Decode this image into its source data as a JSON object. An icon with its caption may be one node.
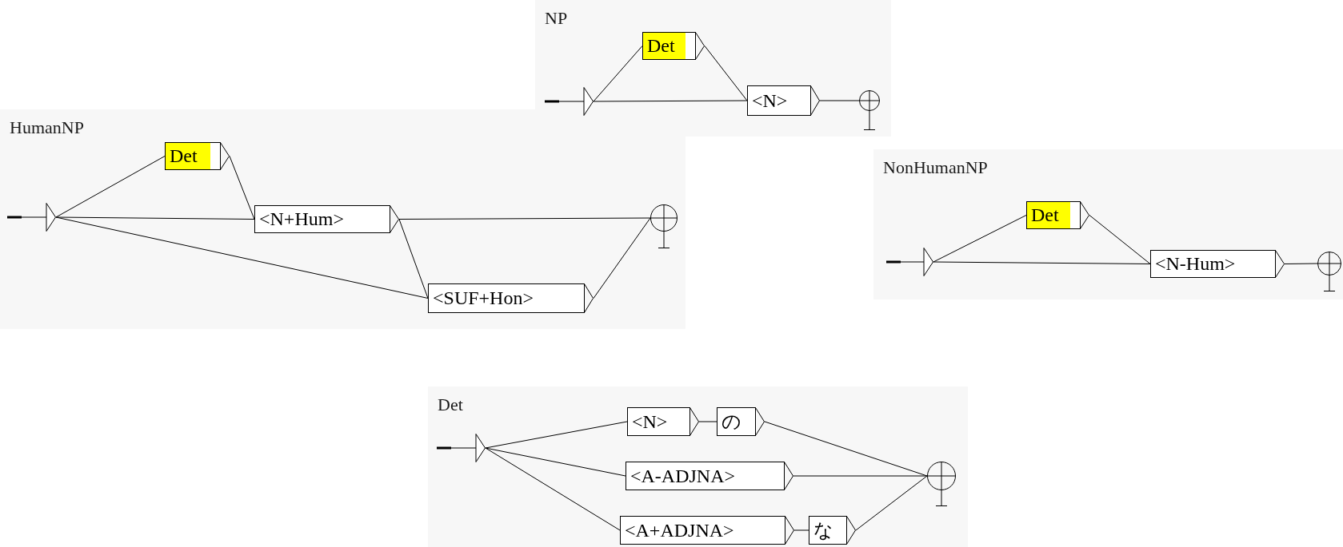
{
  "diagram": {
    "nodes": [
      {
        "text": [
          "NP"
        ]
      },
      {
        "text": [],
        "shape": "triangle",
        "in": 0
      },
      {
        "text": [
          "Det"
        ],
        "in": 0
      },
      {
        "text": [
          "<N>"
        ],
        "in": 0
      },
      {
        "text": [],
        "shape": "circle",
        "in": 0
      },
      {
        "text": [
          "HumanNP"
        ]
      },
      {
        "text": [],
        "shape": "triangle",
        "in": 5
      },
      {
        "text": [
          "Det"
        ],
        "in": 5
      },
      {
        "text": [
          "<N+Hum>"
        ],
        "in": 5
      },
      {
        "text": [
          "<SUF+Hon>"
        ],
        "in": 5
      },
      {
        "text": [],
        "shape": "circle",
        "in": 5
      },
      {
        "text": [
          "NonHumanNP"
        ]
      },
      {
        "text": [],
        "shape": "triangle",
        "in": 11
      },
      {
        "text": [
          "Det"
        ],
        "in": 11
      },
      {
        "text": [
          "<N-Hum>"
        ],
        "in": 11
      },
      {
        "text": [],
        "shape": "circle",
        "in": 11
      },
      {
        "text": [
          "Det"
        ]
      },
      {
        "text": [],
        "shape": "triangle",
        "in": 16
      },
      {
        "text": [
          "<N>"
        ],
        "in": 16
      },
      {
        "text": [
          "の"
        ],
        "in": 16
      },
      {
        "text": [
          "<A-ADJNA>"
        ],
        "in": 16
      },
      {
        "text": [
          "<A+ADJNA>"
        ],
        "in": 16
      },
      {
        "text": [
          "な"
        ],
        "in": 16
      },
      {
        "text": [],
        "shape": "circle",
        "in": 16
      }
    ],
    "edges": [
      {
        "from": 1,
        "to": 2,
        "arrow": "none"
      },
      {
        "from": 1,
        "to": 3,
        "arrow": "none"
      },
      {
        "from": 2,
        "to": 3,
        "arrow": "none"
      },
      {
        "from": 3,
        "to": 4,
        "arrow": "none"
      },
      {
        "from": 6,
        "to": 7,
        "arrow": "none"
      },
      {
        "from": 6,
        "to": 8,
        "arrow": "none"
      },
      {
        "from": 6,
        "to": 9,
        "arrow": "none"
      },
      {
        "from": 7,
        "to": 8,
        "arrow": "none"
      },
      {
        "from": 8,
        "to": 10,
        "arrow": "none"
      },
      {
        "from": 8,
        "to": 9,
        "arrow": "none"
      },
      {
        "from": 9,
        "to": 10,
        "arrow": "none"
      },
      {
        "from": 12,
        "to": 13,
        "arrow": "none"
      },
      {
        "from": 12,
        "to": 14,
        "arrow": "none"
      },
      {
        "from": 13,
        "to": 14,
        "arrow": "none"
      },
      {
        "from": 14,
        "to": 15,
        "arrow": "none"
      },
      {
        "from": 17,
        "to": 18,
        "arrow": "none"
      },
      {
        "from": 18,
        "to": 19,
        "arrow": "none"
      },
      {
        "from": 19,
        "to": 23,
        "arrow": "none"
      },
      {
        "from": 17,
        "to": 20,
        "arrow": "none"
      },
      {
        "from": 20,
        "to": 23,
        "arrow": "none"
      },
      {
        "from": 17,
        "to": 21,
        "arrow": "none"
      },
      {
        "from": 21,
        "to": 22,
        "arrow": "none"
      },
      {
        "from": 22,
        "to": 23,
        "arrow": "none"
      }
    ]
  }
}
